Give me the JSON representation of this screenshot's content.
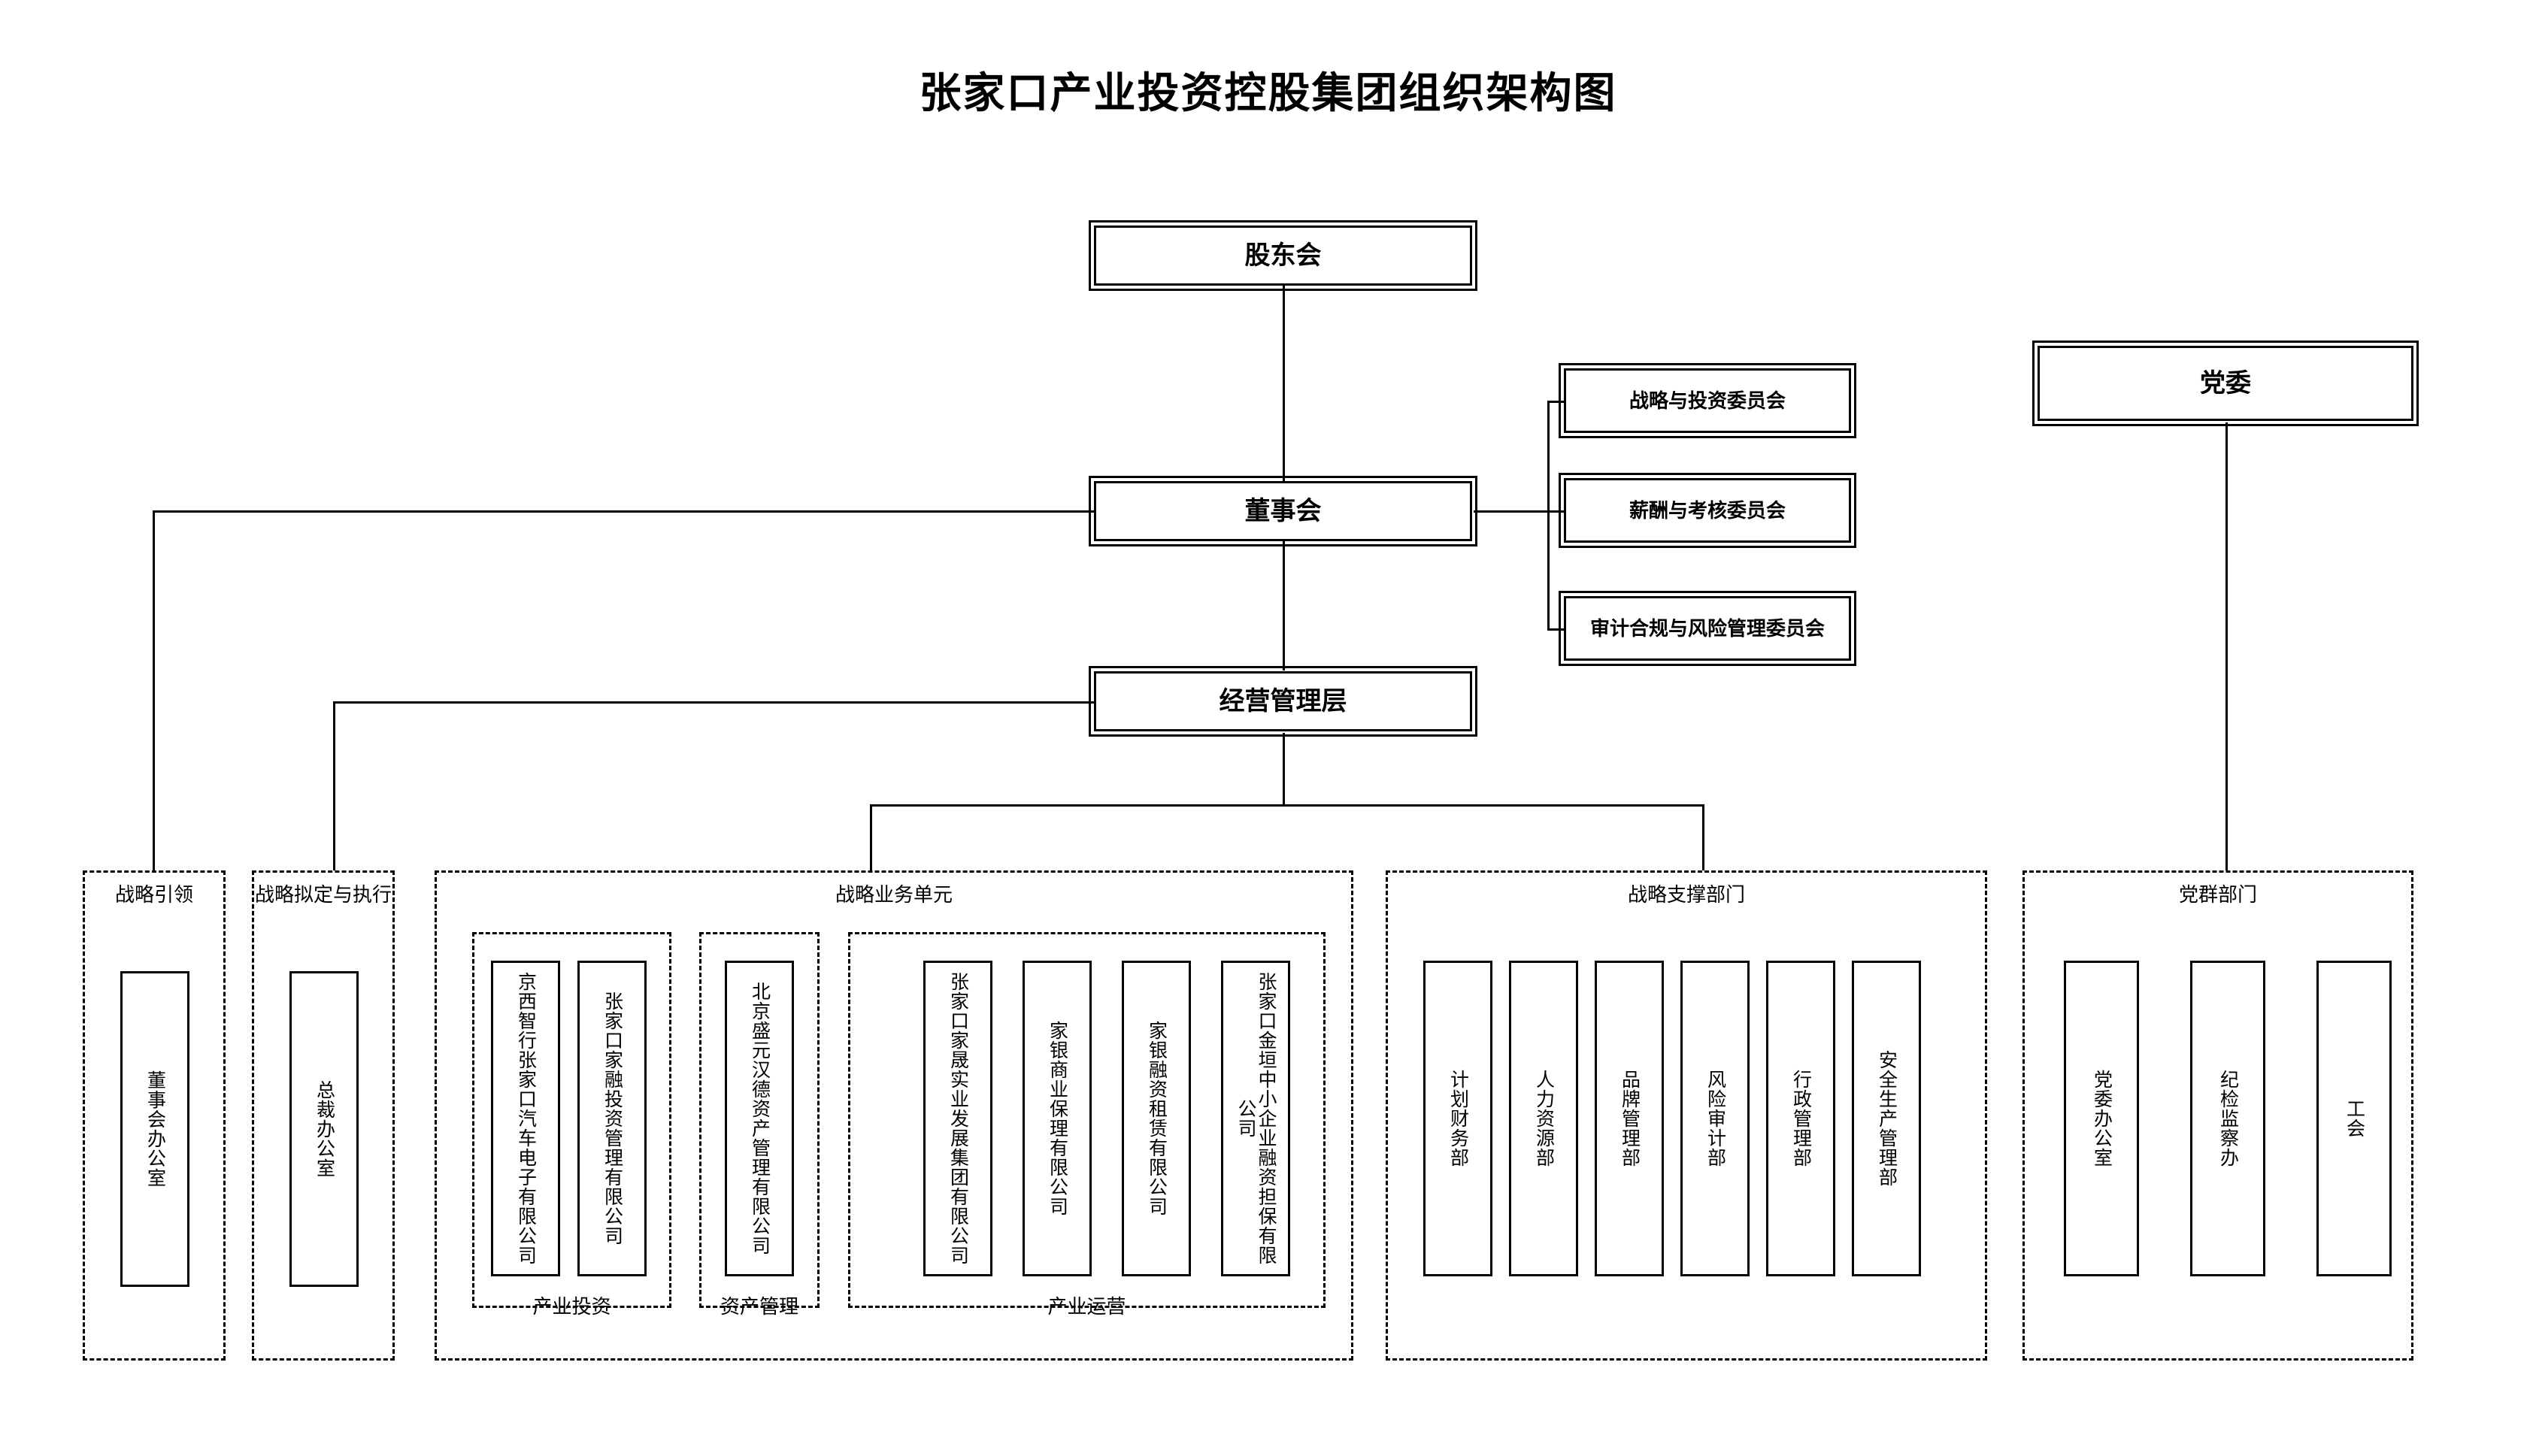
{
  "title": "张家口产业投资控股集团组织架构图",
  "governance": {
    "shareholders": "股东会",
    "board": "董事会",
    "management": "经营管理层",
    "party": "党委"
  },
  "committees": [
    {
      "label": "战略与投资委员会"
    },
    {
      "label": "薪酬与考核委员会"
    },
    {
      "label": "审计合规与风险管理委员会"
    }
  ],
  "groups": {
    "strategy_lead": {
      "title": "战略引领",
      "items": [
        {
          "label": "董事会办公室"
        }
      ]
    },
    "strategy_exec": {
      "title": "战略拟定与执行",
      "items": [
        {
          "label": "总裁办公室"
        }
      ]
    },
    "business_units": {
      "title": "战略业务单元",
      "subgroups": [
        {
          "title": "产业投资",
          "items": [
            {
              "label": "京西智行张家口汽车电子有限公司"
            },
            {
              "label": "张家口家融投资管理有限公司"
            }
          ]
        },
        {
          "title": "资产管理",
          "items": [
            {
              "label": "北京盛元汉德资产管理有限公司"
            }
          ]
        },
        {
          "title": "产业运营",
          "items": [
            {
              "label": "张家口家晟实业发展集团有限公司"
            },
            {
              "label": "家银商业保理有限公司"
            },
            {
              "label": "家银融资租赁有限公司"
            },
            {
              "label": "张家口金垣中小企业融资担保有限公司"
            }
          ]
        }
      ]
    },
    "support": {
      "title": "战略支撑部门",
      "items": [
        {
          "label": "计划财务部"
        },
        {
          "label": "人力资源部"
        },
        {
          "label": "品牌管理部"
        },
        {
          "label": "风险审计部"
        },
        {
          "label": "行政管理部"
        },
        {
          "label": "安全生产管理部"
        }
      ]
    },
    "party_mass": {
      "title": "党群部门",
      "items": [
        {
          "label": "党委办公室"
        },
        {
          "label": "纪检监察办"
        },
        {
          "label": "工会"
        }
      ]
    }
  },
  "colors": {
    "line": "#000000",
    "background": "#ffffff"
  }
}
